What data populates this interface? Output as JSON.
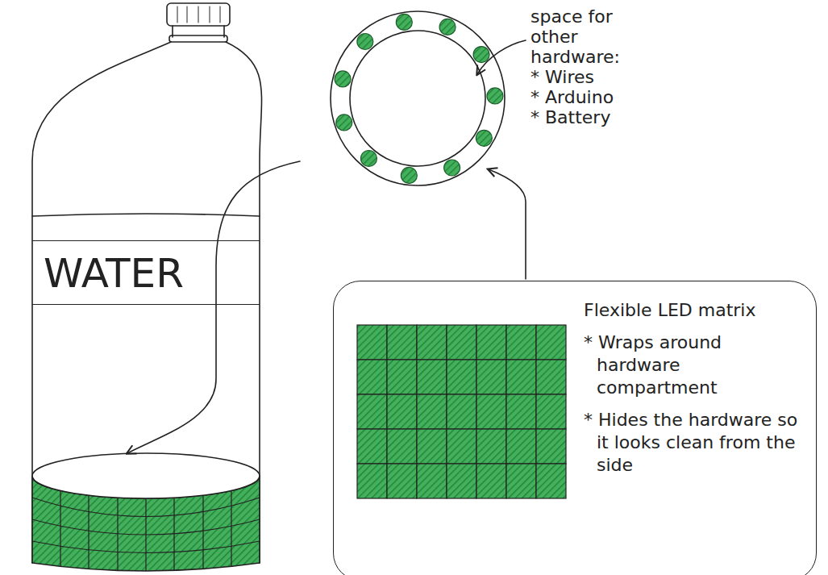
{
  "diagram": {
    "nodes": [
      {
        "text": [
          "WATER"
        ]
      },
      {
        "text": [
          "Flexible LED matrix",
          "* Wraps around hardware compartment",
          "* Hides the hardware so it looks clean from the side"
        ]
      }
    ],
    "labels": [
      "space for other hardware:",
      "* Wires",
      "* Arduino",
      "* Battery"
    ]
  }
}
